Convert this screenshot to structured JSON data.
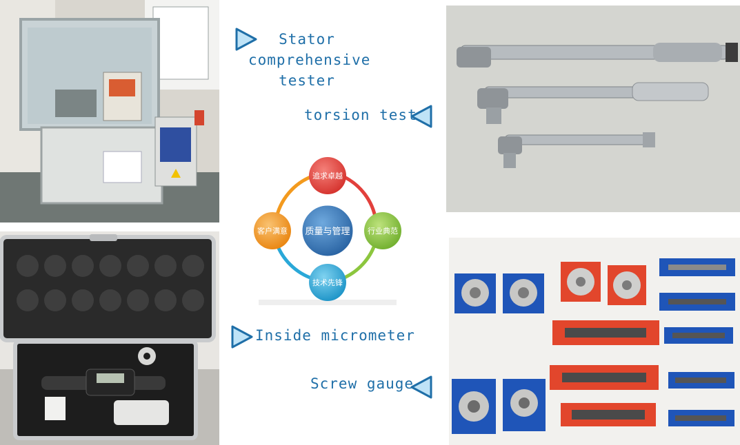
{
  "captions": {
    "stator": [
      "Stator",
      "comprehensive",
      "tester"
    ],
    "torsion": "torsion test",
    "micrometer": "Inside micrometer",
    "screw": "Screw gauge"
  },
  "diagram": {
    "center": "质量与管理",
    "top": "追求卓越",
    "right": "行业典范",
    "bottom": "技术先锋",
    "left": "客户满意"
  },
  "colors": {
    "caption": "#1f6fa8",
    "arrow_fill": "#bfe3f7",
    "arrow_stroke": "#1f6fa8",
    "node_top": "#e2403c",
    "node_right": "#8cc63e",
    "node_bottom": "#2aa8d8",
    "node_left": "#f39a1e",
    "node_center": "#2f74b5"
  },
  "icons": {
    "pointer": "triangle-arrow-icon"
  }
}
